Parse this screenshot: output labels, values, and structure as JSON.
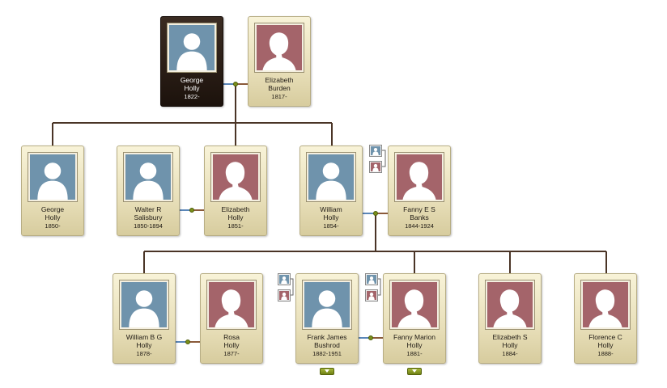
{
  "cards": [
    {
      "id": "george-holly-1822",
      "name1": "George",
      "name2": "Holly",
      "dates": "1822-",
      "gender": "male",
      "selected": true
    },
    {
      "id": "elizabeth-burden",
      "name1": "Elizabeth",
      "name2": "Burden",
      "dates": "1817-",
      "gender": "female"
    },
    {
      "id": "george-holly-1850",
      "name1": "George",
      "name2": "Holly",
      "dates": "1850-",
      "gender": "male"
    },
    {
      "id": "walter-r-salisbury",
      "name1": "Walter R",
      "name2": "Salisbury",
      "dates": "1850-1894",
      "gender": "male"
    },
    {
      "id": "elizabeth-holly-1851",
      "name1": "Elizabeth",
      "name2": "Holly",
      "dates": "1851-",
      "gender": "female"
    },
    {
      "id": "william-holly",
      "name1": "William",
      "name2": "Holly",
      "dates": "1854-",
      "gender": "male"
    },
    {
      "id": "fanny-e-s-banks",
      "name1": "Fanny E S",
      "name2": "Banks",
      "dates": "1844-1924",
      "gender": "female"
    },
    {
      "id": "william-b-g-holly",
      "name1": "William B G",
      "name2": "Holly",
      "dates": "1878-",
      "gender": "male"
    },
    {
      "id": "rosa-holly",
      "name1": "Rosa",
      "name2": "Holly",
      "dates": "1877-",
      "gender": "female"
    },
    {
      "id": "frank-james-bushrod",
      "name1": "Frank James",
      "name2": "Bushrod",
      "dates": "1882-1951",
      "gender": "male"
    },
    {
      "id": "fanny-marion-holly",
      "name1": "Fanny Marion",
      "name2": "Holly",
      "dates": "1881-",
      "gender": "female"
    },
    {
      "id": "elizabeth-s-holly",
      "name1": "Elizabeth S",
      "name2": "Holly",
      "dates": "1884-",
      "gender": "female"
    },
    {
      "id": "florence-c-holly",
      "name1": "Florence C",
      "name2": "Holly",
      "dates": "1888-",
      "gender": "female"
    }
  ],
  "colors": {
    "male": "#6f93ac",
    "female": "#a4646a",
    "line": "#4a3426",
    "connector": "#7a8f1a"
  },
  "icons": {
    "male": "male-silhouette-icon",
    "female": "female-silhouette-icon",
    "union": "marriage-dot-icon",
    "expand": "expand-down-icon"
  }
}
